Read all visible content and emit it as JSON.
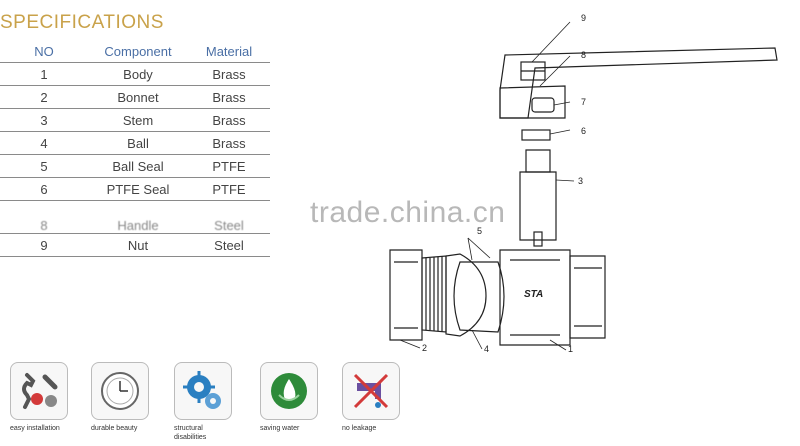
{
  "title": "SPECIFICATIONS",
  "table": {
    "headers": {
      "no": "NO",
      "component": "Component",
      "material": "Material"
    },
    "rows": [
      {
        "no": "1",
        "component": "Body",
        "material": "Brass"
      },
      {
        "no": "2",
        "component": "Bonnet",
        "material": "Brass"
      },
      {
        "no": "3",
        "component": "Stem",
        "material": "Brass"
      },
      {
        "no": "4",
        "component": "Ball",
        "material": "Brass"
      },
      {
        "no": "5",
        "component": "Ball Seal",
        "material": "PTFE"
      },
      {
        "no": "6",
        "component": "PTFE Seal",
        "material": "PTFE"
      },
      {
        "no": "8",
        "component": "Handle",
        "material": "Steel"
      },
      {
        "no": "9",
        "component": "Nut",
        "material": "Steel"
      }
    ]
  },
  "watermark": "trade.china.cn",
  "diagram": {
    "callouts": [
      "1",
      "2",
      "3",
      "4",
      "5",
      "6",
      "7",
      "8",
      "9"
    ],
    "brand_mark": "STA"
  },
  "features": [
    {
      "label": "easy installation",
      "icon": "wrench-icon"
    },
    {
      "label": "durable beauty",
      "icon": "clock-icon"
    },
    {
      "label": "structural disabilities",
      "icon": "gears-icon"
    },
    {
      "label": "saving water",
      "icon": "water-drop-icon"
    },
    {
      "label": "no leakage",
      "icon": "no-leak-faucet-icon"
    }
  ],
  "colors": {
    "title": "#c9a24a",
    "header": "#4a6fa5",
    "icon_blue": "#2a7fc1",
    "icon_green": "#2e8b3a",
    "icon_red": "#d33a3a"
  }
}
